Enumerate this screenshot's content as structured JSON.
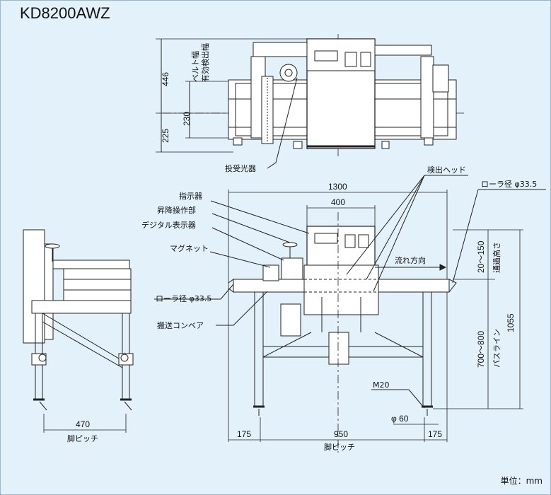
{
  "title": "KD8200AWZ",
  "unit": "単位：mm",
  "top_view": {
    "dims": [
      "446",
      "230",
      "225"
    ],
    "vertical_labels": [
      "ベルト幅",
      "有効検出幅"
    ],
    "callout": "投受光器"
  },
  "front_view": {
    "dims": {
      "overall_width": "1300",
      "head_width": "400",
      "roller_right": "ローラ径 φ33.5",
      "roller_left": "ローラ径 φ33.5",
      "height_range": "20～150",
      "height_label": "通過高さ",
      "pass_line_range": "700～800",
      "pass_line_label": "パスライン",
      "total_height": "1055",
      "m20": "M20",
      "foot_dia": "φ 60",
      "left_offset": "175",
      "center_pitch": "950",
      "right_offset": "175",
      "pitch_label": "脚ピッチ"
    },
    "callouts": [
      "指示器",
      "昇降操作部",
      "デジタル表示器",
      "マグネット",
      "搬送コンベア",
      "検出ヘッド"
    ],
    "flow": "流れ方向"
  },
  "side_view": {
    "dim": "470",
    "pitch_label": "脚ピッチ"
  }
}
